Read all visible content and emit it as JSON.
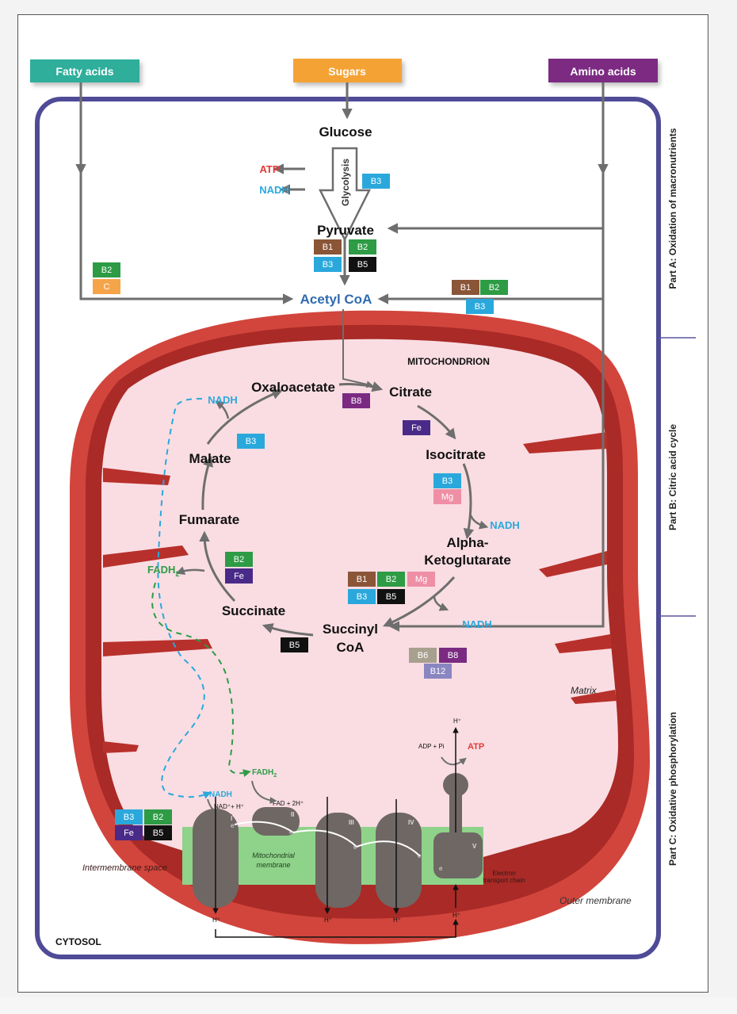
{
  "sources": {
    "fatty_acids": {
      "label": "Fatty acids",
      "color": "#2fae9b"
    },
    "sugars": {
      "label": "Sugars",
      "color": "#f5a235"
    },
    "amino_acids": {
      "label": "Amino acids",
      "color": "#7b2a82"
    }
  },
  "part_labels": {
    "a": "Part A: Oxidation of macronutrients",
    "b": "Part B: Citric acid cycle",
    "c": "Part C: Oxidative phosphorylation"
  },
  "compartments": {
    "mitochondrion": "MITOCHONDRION",
    "matrix": "Matrix",
    "cytosol": "CYTOSOL",
    "intermembrane_space": "Intermembrane space",
    "outer_membrane": "Outer membrane",
    "mitochondrial_membrane_line1": "Mitochondrial",
    "mitochondrial_membrane_line2": "membrane",
    "etc_line1": "Electron",
    "etc_line2": "transport chain"
  },
  "glycolysis": {
    "glucose": "Glucose",
    "process": "Glycolysis",
    "atp": "ATP",
    "nadh": "NADH",
    "pyruvate": "Pyruvate",
    "acetyl_coa": "Acetyl CoA"
  },
  "tca": {
    "oxaloacetate": "Oxaloacetate",
    "citrate": "Citrate",
    "isocitrate": "Isocitrate",
    "alpha_line1": "Alpha-",
    "alpha_line2": "Ketoglutarate",
    "succinyl_line1": "Succinyl",
    "succinyl_line2": "CoA",
    "succinate": "Succinate",
    "fumarate": "Fumarate",
    "malate": "Malate",
    "nadh": "NADH",
    "fadh2": "FADH",
    "fadh2_sub": "2"
  },
  "oxphos": {
    "nadh": "NADH",
    "fadh2": "FADH",
    "fadh2_sub": "2",
    "nad_h": "NAD⁺+ H⁺",
    "fad_2h": "FAD + 2H⁺",
    "adp_pi": "ADP + Pi",
    "atp": "ATP",
    "h_plus": "H⁺",
    "electron": "e",
    "complexes": [
      "I",
      "II",
      "III",
      "IV",
      "V"
    ]
  },
  "vitamin_colors": {
    "B1": "#8b5537",
    "B2": "#2e9b45",
    "B3": "#2aa8dc",
    "B5": "#111111",
    "B6": "#a8a08e",
    "B8": "#7b2a82",
    "B12": "#8a86c2",
    "C": "#f5a44a",
    "Fe": "#4a2a88",
    "Mg": "#ef8fa6"
  },
  "cofactors": {
    "glycolysis": [
      "B3"
    ],
    "pyruvate_to_acetyl": [
      "B1",
      "B2",
      "B3",
      "B5"
    ],
    "fatty_to_acetyl": [
      "B2",
      "C"
    ],
    "amino_to_acetyl": [
      "B1",
      "B2",
      "B3"
    ],
    "oxaloacetate_to_citrate": [
      "B8"
    ],
    "citrate_to_isocitrate": [
      "Fe"
    ],
    "isocitrate_to_akg": [
      "B3",
      "Mg"
    ],
    "akg_to_succinyl": [
      "B1",
      "B2",
      "Mg",
      "B3",
      "B5"
    ],
    "amino_to_succinyl": [
      "B6",
      "B8",
      "B12"
    ],
    "succinyl_to_succinate": [
      "B5"
    ],
    "succinate_to_fumarate": [
      "B2",
      "Fe"
    ],
    "malate_to_oxaloacetate": [
      "B3"
    ],
    "etc": [
      "B3",
      "B2",
      "Fe",
      "B5"
    ]
  },
  "colors": {
    "membrane_outer": "#c8312c",
    "membrane_inner": "#a82a27",
    "matrix": "#f9dde3",
    "cell_border": "#4f4b96",
    "arrow": "#6e6e6e",
    "nadh": "#2aa8dc",
    "fadh2": "#2e9b45",
    "atp": "#e53935",
    "acetyl": "#2f6bb0",
    "membrane_green": "#8fd28a",
    "complex": "#6f6764"
  }
}
